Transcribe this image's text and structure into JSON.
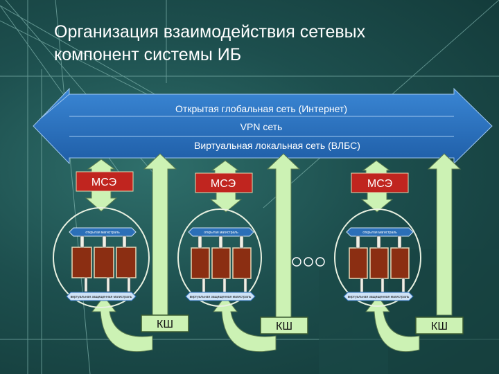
{
  "title": {
    "line1": "Организация взаимодействия сетевых",
    "line2": "компонент системы ИБ"
  },
  "networks": {
    "global": "Открытая глобальная сеть (Интернет)",
    "vpn": "VPN сеть",
    "vlan": "Виртуальная локальная сеть (ВЛБС)"
  },
  "firewall_label": "МСЭ",
  "gateway_label": "КШ",
  "segment": {
    "open_bus": "открытая магистраль",
    "virtual_bus": "виртуальная защищенная магистраль"
  },
  "colors": {
    "band_fill": "#2b6fb8",
    "firewall_fill": "#c0251f",
    "arrow_fill": "#ccf2b4",
    "host_fill": "#8b2e12"
  }
}
